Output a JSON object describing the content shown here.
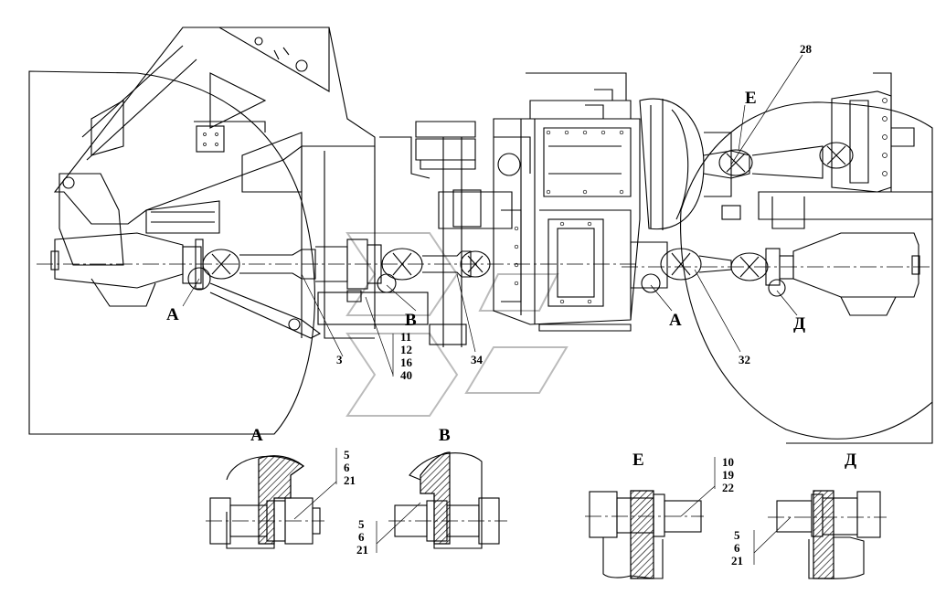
{
  "views": {
    "a_left": "А",
    "b_mid": "В",
    "a_right": "А",
    "d_right": "Д",
    "e_top": "Е"
  },
  "callouts": {
    "c28": "28",
    "c3": "3",
    "c34": "34",
    "c32": "32",
    "stack_mid": [
      "11",
      "12",
      "16",
      "40"
    ]
  },
  "details": {
    "a": {
      "title": "А",
      "parts": [
        "5",
        "6",
        "21"
      ]
    },
    "b": {
      "title": "В",
      "parts": [
        "5",
        "6",
        "21"
      ]
    },
    "e": {
      "title": "Е",
      "parts": [
        "10",
        "19",
        "22"
      ]
    },
    "d": {
      "title": "Д",
      "parts": [
        "5",
        "6",
        "21"
      ]
    }
  }
}
